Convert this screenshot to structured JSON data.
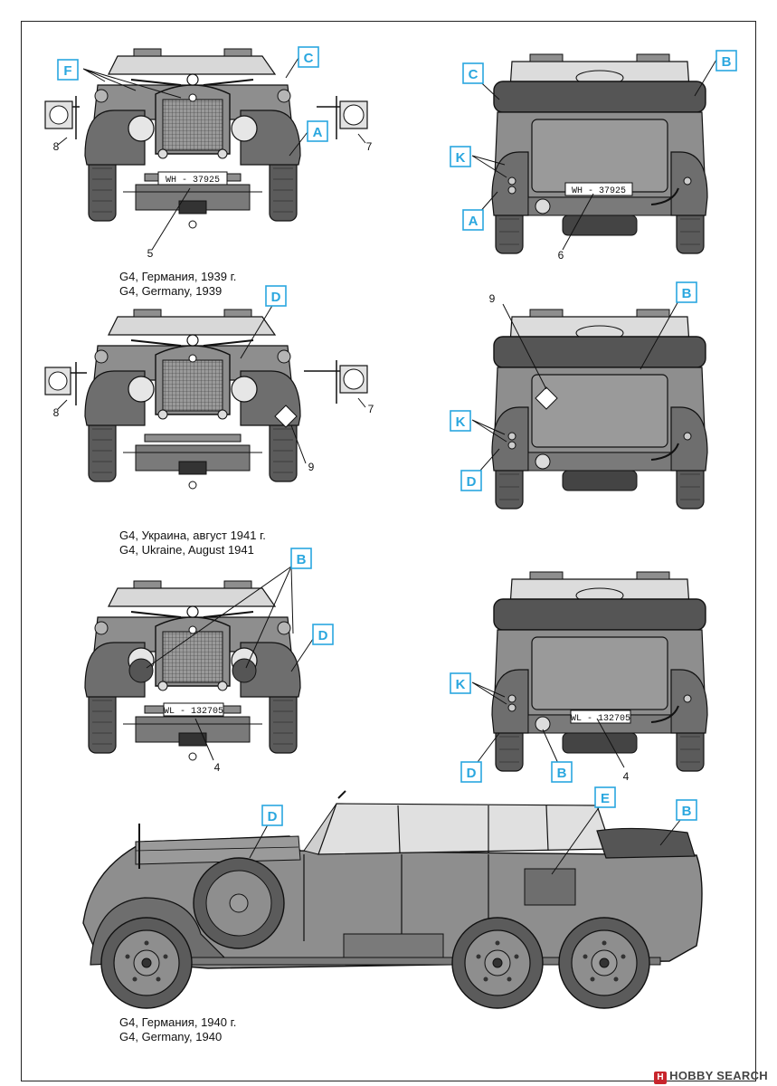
{
  "colors": {
    "body": "#8e8e8e",
    "body_dark": "#6e6e6e",
    "hood_top": "#cfcfcf",
    "tyre": "#5b5b5b",
    "hood_cover": "#555555",
    "callout_border": "#2aa7df",
    "callout_text": "#2aa7df",
    "line": "#111111"
  },
  "captions": {
    "c1_ru": "G4, Германия, 1939 г.",
    "c1_en": "G4, Germany, 1939",
    "c2_ru": "G4, Украина, август 1941 г.",
    "c2_en": "G4, Ukraine, August 1941",
    "c3_ru": "G4, Германия, 1940 г.",
    "c3_en": "G4, Germany, 1940"
  },
  "plates": {
    "p1": "WH - 37925",
    "p2": "WH - 37925",
    "p3": "WL - 132705",
    "p4": "WL - 132705"
  },
  "callouts": {
    "F": "F",
    "C1": "C",
    "A1": "A",
    "C2": "C",
    "B1": "B",
    "K1": "K",
    "A2": "A",
    "D1": "D",
    "B2": "B",
    "K2": "K",
    "D2": "D",
    "B3": "B",
    "D3": "D",
    "K3": "K",
    "D4": "D",
    "B4": "B",
    "D5": "D",
    "E": "E",
    "B5": "B"
  },
  "numbers": {
    "n8a": "8",
    "n7a": "7",
    "n5": "5",
    "n6": "6",
    "n9a": "9",
    "n8b": "8",
    "n7b": "7",
    "n9b": "9",
    "n4a": "4",
    "n4b": "4"
  },
  "watermark": "HOBBY SEARCH"
}
